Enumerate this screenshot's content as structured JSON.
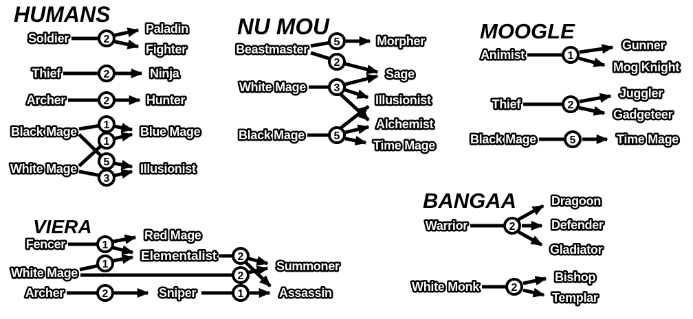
{
  "palette": {
    "background": "#ffffff",
    "ink": "#000000",
    "label_fill": "#ffffff"
  },
  "sections": [
    {
      "id": "humans",
      "title": "HUMANS",
      "nodes": {
        "soldier": "Soldier",
        "paladin": "Paladin",
        "fighter": "Fighter",
        "thief": "Thief",
        "ninja": "Ninja",
        "archer": "Archer",
        "hunter": "Hunter",
        "black_mage": "Black Mage",
        "white_mage": "White Mage",
        "blue_mage": "Blue Mage",
        "illusionist": "Illusionist"
      },
      "links": [
        {
          "sources": [
            "soldier"
          ],
          "level": "2",
          "targets": [
            "paladin",
            "fighter"
          ]
        },
        {
          "sources": [
            "thief"
          ],
          "level": "2",
          "targets": [
            "ninja"
          ]
        },
        {
          "sources": [
            "archer"
          ],
          "level": "2",
          "targets": [
            "hunter"
          ]
        },
        {
          "sources": [
            "black_mage"
          ],
          "level": "1",
          "targets": [
            "blue_mage"
          ]
        },
        {
          "sources": [
            "white_mage"
          ],
          "level": "1",
          "targets": [
            "blue_mage"
          ]
        },
        {
          "sources": [
            "black_mage"
          ],
          "level": "5",
          "targets": [
            "illusionist"
          ]
        },
        {
          "sources": [
            "white_mage"
          ],
          "level": "3",
          "targets": [
            "illusionist"
          ]
        }
      ]
    },
    {
      "id": "nu-mou",
      "title": "NU MOU",
      "nodes": {
        "beastmaster": "Beastmaster",
        "morpher": "Morpher",
        "sage": "Sage",
        "white_mage": "White Mage",
        "illusionist": "Illusionist",
        "black_mage": "Black Mage",
        "alchemist": "Alchemist",
        "time_mage": "Time Mage"
      },
      "links": [
        {
          "sources": [
            "beastmaster"
          ],
          "level": "5",
          "targets": [
            "morpher"
          ]
        },
        {
          "sources": [
            "beastmaster"
          ],
          "level": "2",
          "targets": [
            "sage"
          ]
        },
        {
          "sources": [
            "white_mage"
          ],
          "level": "3",
          "targets": [
            "sage",
            "illusionist",
            "alchemist"
          ]
        },
        {
          "sources": [
            "black_mage"
          ],
          "level": "5",
          "targets": [
            "illusionist",
            "alchemist",
            "time_mage"
          ]
        }
      ]
    },
    {
      "id": "moogle",
      "title": "MOOGLE",
      "nodes": {
        "animist": "Animist",
        "gunner": "Gunner",
        "mog_knight": "Mog Knight",
        "thief": "Thief",
        "juggler": "Juggler",
        "gadgeteer": "Gadgeteer",
        "black_mage": "Black Mage",
        "time_mage": "Time Mage"
      },
      "links": [
        {
          "sources": [
            "animist"
          ],
          "level": "1",
          "targets": [
            "gunner",
            "mog_knight"
          ]
        },
        {
          "sources": [
            "thief"
          ],
          "level": "2",
          "targets": [
            "juggler",
            "gadgeteer"
          ]
        },
        {
          "sources": [
            "black_mage"
          ],
          "level": "5",
          "targets": [
            "time_mage"
          ]
        }
      ]
    },
    {
      "id": "viera",
      "title": "VIERA",
      "nodes": {
        "fencer": "Fencer",
        "red_mage": "Red Mage",
        "elementalist": "Elementalist",
        "white_mage": "White Mage",
        "summoner": "Summoner",
        "archer": "Archer",
        "sniper": "Sniper",
        "assassin": "Assassin"
      },
      "links": [
        {
          "sources": [
            "fencer"
          ],
          "level": "1",
          "targets": [
            "red_mage",
            "elementalist"
          ]
        },
        {
          "sources": [
            "white_mage"
          ],
          "level": "1",
          "targets": [
            "elementalist"
          ]
        },
        {
          "sources": [
            "elementalist"
          ],
          "level": "2",
          "targets": [
            "summoner",
            "assassin"
          ]
        },
        {
          "sources": [
            "white_mage"
          ],
          "level": "2",
          "targets": [
            "summoner"
          ]
        },
        {
          "sources": [
            "archer"
          ],
          "level": "2",
          "targets": [
            "sniper"
          ]
        },
        {
          "sources": [
            "sniper"
          ],
          "level": "1",
          "targets": [
            "assassin"
          ]
        }
      ]
    },
    {
      "id": "bangaa",
      "title": "BANGAA",
      "nodes": {
        "warrior": "Warrior",
        "dragoon": "Dragoon",
        "defender": "Defender",
        "gladiator": "Gladiator",
        "white_monk": "White Monk",
        "bishop": "Bishop",
        "templar": "Templar"
      },
      "links": [
        {
          "sources": [
            "warrior"
          ],
          "level": "2",
          "targets": [
            "dragoon",
            "defender",
            "gladiator"
          ]
        },
        {
          "sources": [
            "white_monk"
          ],
          "level": "2",
          "targets": [
            "bishop",
            "templar"
          ]
        }
      ]
    }
  ]
}
